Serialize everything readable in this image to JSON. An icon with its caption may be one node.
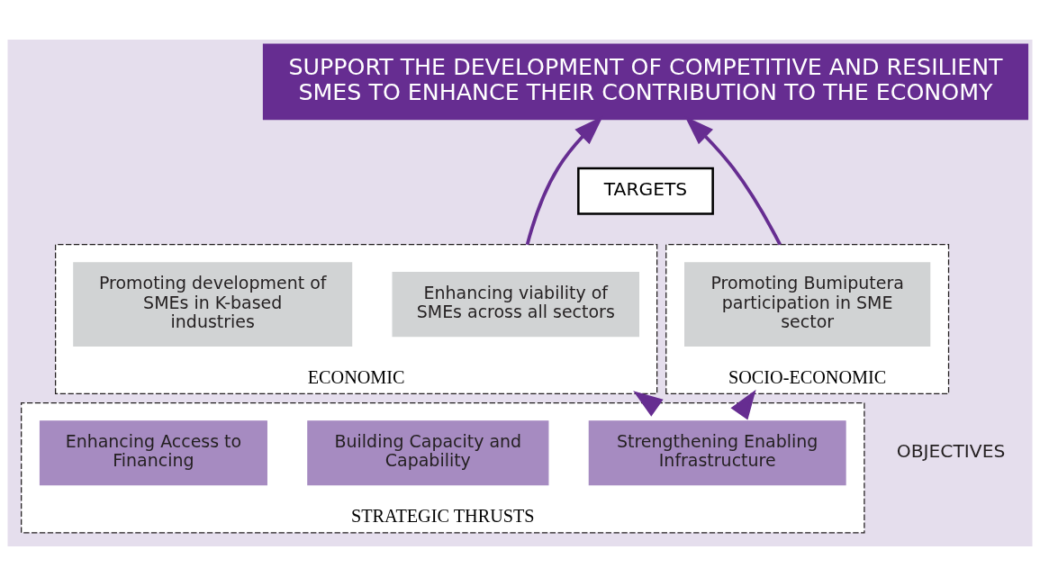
{
  "diagram": {
    "nodes": [
      {
        "text": [
          "SUPPORT THE DEVELOPMENT OF COMPETITIVE AND RESILIENT SMES TO ENHANCE THEIR CONTRIBUTION TO THE ECONOMY"
        ]
      },
      {
        "text": [
          "TARGETS"
        ]
      },
      {
        "text": [
          "ECONOMIC"
        ]
      },
      {
        "text": [
          "Enhancing viability of SMEs across all sectors"
        ],
        "in": 2
      },
      {
        "text": [
          "Promoting development of SMEs in K-based industries"
        ],
        "in": 2
      },
      {
        "text": [
          "SOCIO-ECONOMIC"
        ]
      },
      {
        "text": [
          "Promoting Bumiputera participation in SME sector"
        ],
        "in": 5
      },
      {
        "text": [
          "STRATEGIC THRUSTS"
        ]
      },
      {
        "text": [
          "Strengthening Enabling Infrastructure"
        ],
        "in": 7
      },
      {
        "text": [
          "Building Capacity and Capability"
        ],
        "in": 7
      },
      {
        "text": [
          "Enhancing Access to Financing"
        ],
        "in": 7
      }
    ],
    "edges": [
      {
        "from": 2,
        "to": 0,
        "arrow": "to"
      },
      {
        "from": 5,
        "to": 0,
        "arrow": "to"
      },
      {
        "from": 7,
        "to": 2,
        "arrow": "to"
      },
      {
        "from": 7,
        "to": 5,
        "arrow": "to"
      }
    ],
    "labels": [
      "OBJECTIVES"
    ]
  }
}
